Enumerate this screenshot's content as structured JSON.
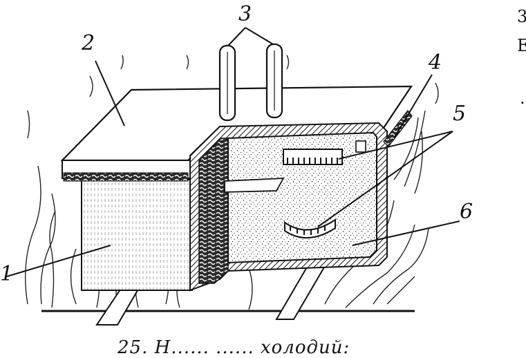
{
  "figure": {
    "callouts": [
      {
        "id": "1",
        "text": "1"
      },
      {
        "id": "2",
        "text": "2"
      },
      {
        "id": "3",
        "text": "3"
      },
      {
        "id": "4",
        "text": "4"
      },
      {
        "id": "5",
        "text": "5"
      },
      {
        "id": "6",
        "text": "6"
      }
    ],
    "caption": "25. Н...... ...... холодий:",
    "margin_text": {
      "top": "3",
      "second": "Е",
      "third": "."
    },
    "colors": {
      "ink": "#111111",
      "paper": "#ffffff"
    }
  }
}
